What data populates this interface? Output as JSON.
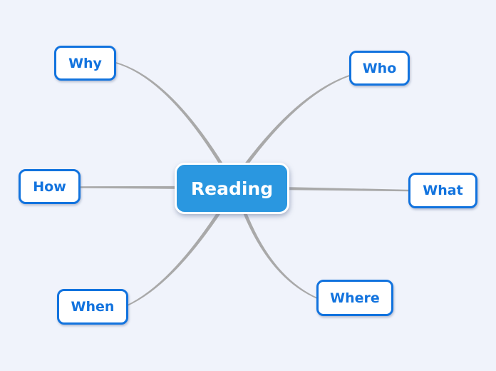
{
  "map": {
    "center": {
      "label": "Reading"
    },
    "nodes": [
      {
        "id": "why",
        "label": "Why"
      },
      {
        "id": "who",
        "label": "Who"
      },
      {
        "id": "how",
        "label": "How"
      },
      {
        "id": "what",
        "label": "What"
      },
      {
        "id": "when",
        "label": "When"
      },
      {
        "id": "where",
        "label": "Where"
      }
    ]
  },
  "colors": {
    "background": "#F0F3FB",
    "center_fill": "#2A97E0",
    "center_text": "#FFFFFF",
    "node_fill": "#FFFFFF",
    "node_border": "#1273DE",
    "node_text": "#1273DE",
    "connector": "#A9A9A9"
  }
}
